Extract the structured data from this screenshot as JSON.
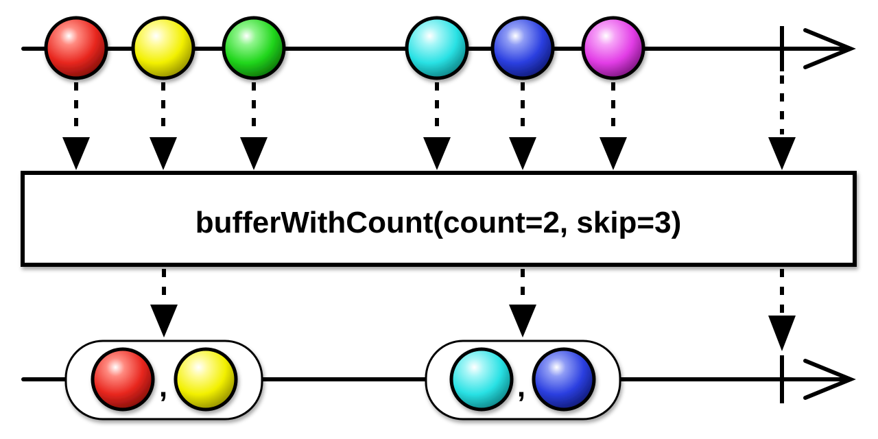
{
  "operator": {
    "label": "bufferWithCount(count=2, skip=3)"
  },
  "input_stream": {
    "marbles": [
      {
        "color": "red",
        "fill": "#e8271f"
      },
      {
        "color": "yellow",
        "fill": "#f2f000"
      },
      {
        "color": "green",
        "fill": "#21d61c"
      },
      {
        "color": "cyan",
        "fill": "#29e1e4"
      },
      {
        "color": "blue",
        "fill": "#2b3fe0"
      },
      {
        "color": "magenta",
        "fill": "#e23de6"
      }
    ],
    "completes": true
  },
  "output_stream": {
    "buffers": [
      {
        "items": [
          "red",
          "yellow"
        ],
        "separator": ","
      },
      {
        "items": [
          "cyan",
          "blue"
        ],
        "separator": ","
      }
    ],
    "completes": true
  },
  "colors": {
    "red": "#e8271f",
    "yellow": "#f2f000",
    "cyan": "#29e1e4",
    "blue": "#2b3fe0",
    "line": "#000000",
    "background": "#ffffff"
  }
}
